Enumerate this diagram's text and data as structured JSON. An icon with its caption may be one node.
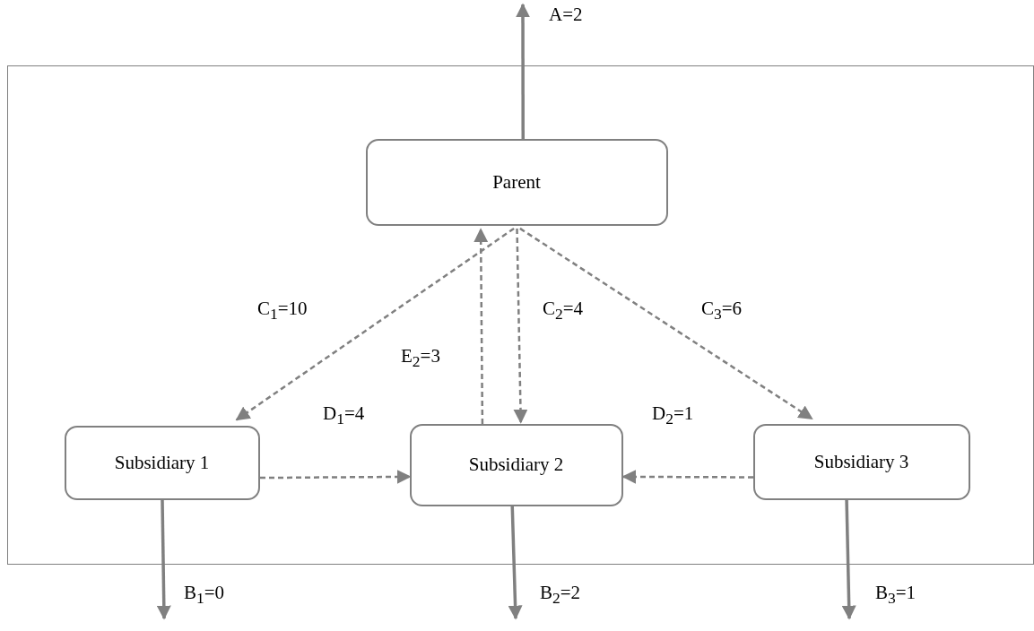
{
  "diagram": {
    "nodes": [
      {
        "text": [],
        "shape": "box"
      },
      {
        "text": [
          "Parent"
        ],
        "in": 0
      },
      {
        "text": [
          "Subsidiary 1"
        ],
        "in": 0
      },
      {
        "text": [
          "Subsidiary 2"
        ],
        "in": 0
      },
      {
        "text": [
          "Subsidiary 3"
        ],
        "in": 0
      }
    ],
    "edges": [
      {
        "from": 1,
        "to": null,
        "arrow": "to",
        "label": "A=2"
      },
      {
        "from": 1,
        "to": 2,
        "arrow": "to",
        "label": "C$_{1}$=10",
        "style": "dashed"
      },
      {
        "from": 3,
        "to": 1,
        "arrow": "to",
        "label": "E$_{2}$=3",
        "style": "dashed"
      },
      {
        "from": 1,
        "to": 3,
        "arrow": "to",
        "label": "C$_{2}$=4",
        "style": "dashed"
      },
      {
        "from": 1,
        "to": 4,
        "arrow": "to",
        "label": "C$_{3}$=6",
        "style": "dashed"
      },
      {
        "from": 2,
        "to": 3,
        "arrow": "to",
        "label": "D$_{1}$=4",
        "style": "dashed"
      },
      {
        "from": 4,
        "to": 3,
        "arrow": "to",
        "label": "D$_{2}$=1",
        "style": "dashed"
      },
      {
        "from": 2,
        "to": null,
        "arrow": "to",
        "label": "B$_{1}$=0"
      },
      {
        "from": 3,
        "to": null,
        "arrow": "to",
        "label": "B$_{2}$=2"
      },
      {
        "from": 4,
        "to": null,
        "arrow": "to",
        "label": "B$_{3}$=1"
      }
    ]
  }
}
